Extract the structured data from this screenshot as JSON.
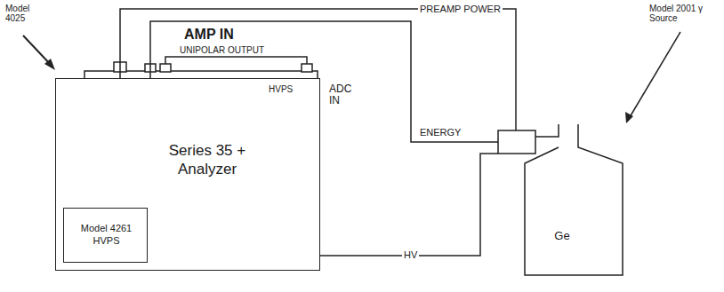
{
  "diagram": {
    "nodes": [
      {
        "text": [
          "Series 35 + Analyzer"
        ]
      },
      {
        "text": [
          "Model 4261 HVPS"
        ],
        "in": 0
      },
      {
        "text": [
          "Ge"
        ]
      }
    ],
    "edges": [
      {
        "from": 0,
        "to": 2,
        "label": "PREAMP POWER",
        "arrow": "none"
      },
      {
        "from": 2,
        "to": 0,
        "label": "ENERGY",
        "arrow": "none"
      },
      {
        "from": 1,
        "to": 2,
        "label": "HV",
        "arrow": "none"
      }
    ],
    "labels": [
      "Model 4025",
      "AMP IN",
      "UNIPOLAR OUTPUT",
      "HVPS",
      "ADC IN",
      "Model 2001 γ Source"
    ]
  }
}
